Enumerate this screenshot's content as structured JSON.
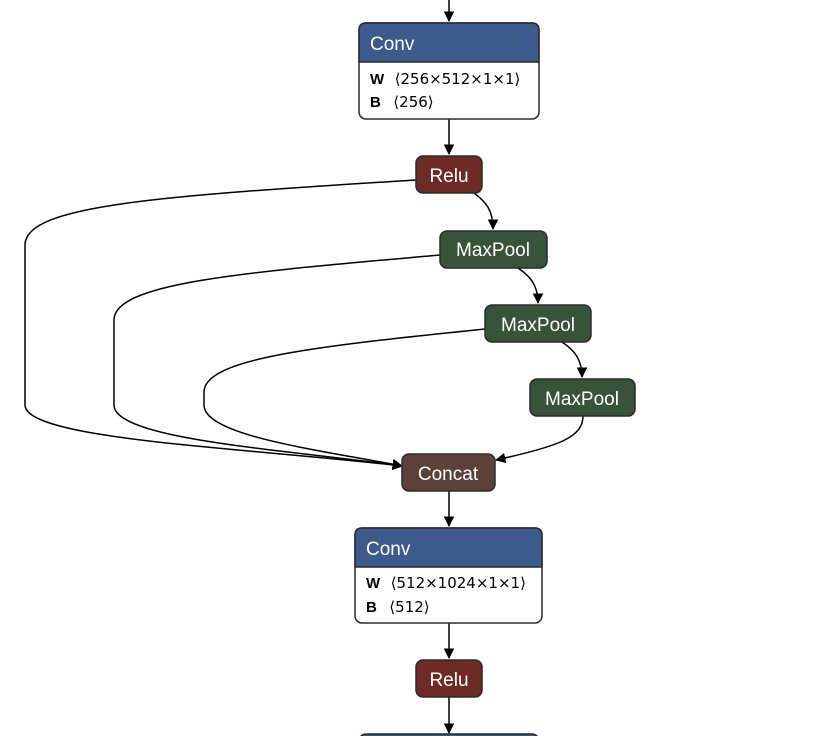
{
  "colors": {
    "conv": "#3d5a8c",
    "relu": "#6e2a24",
    "maxpool": "#37543a",
    "concat": "#5b4138",
    "node_border": "#2b2b2b",
    "edge": "#000000"
  },
  "nodes": {
    "conv1": {
      "title": "Conv",
      "attrs": [
        {
          "key": "W",
          "value": "⟨256×512×1×1⟩"
        },
        {
          "key": "B",
          "value": "⟨256⟩"
        }
      ]
    },
    "relu1": {
      "title": "Relu"
    },
    "maxpool1": {
      "title": "MaxPool"
    },
    "maxpool2": {
      "title": "MaxPool"
    },
    "maxpool3": {
      "title": "MaxPool"
    },
    "concat": {
      "title": "Concat"
    },
    "conv2": {
      "title": "Conv",
      "attrs": [
        {
          "key": "W",
          "value": "⟨512×1024×1×1⟩"
        },
        {
          "key": "B",
          "value": "⟨512⟩"
        }
      ]
    },
    "relu2": {
      "title": "Relu"
    }
  }
}
